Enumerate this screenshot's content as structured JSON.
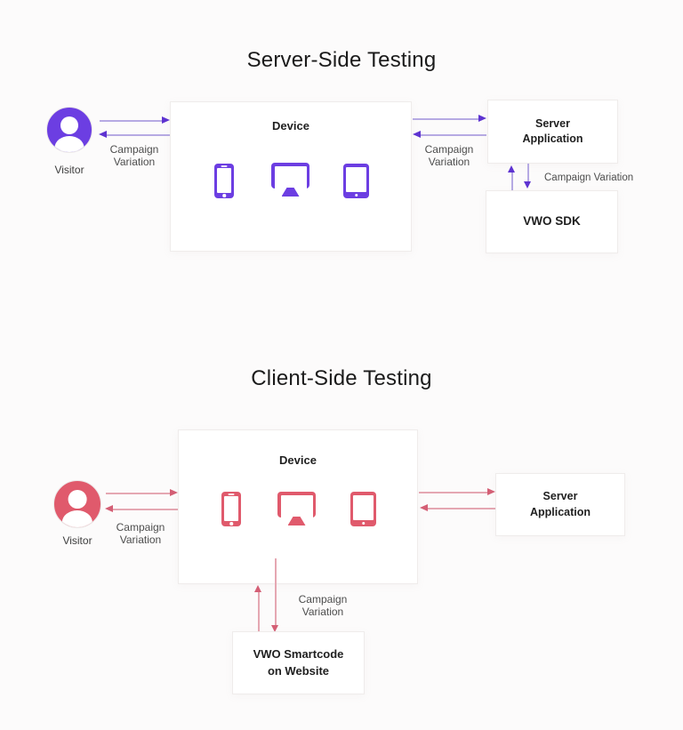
{
  "colors": {
    "background": "#fcfbfb",
    "purple": "#6c3ee2",
    "purple-line": "#b6aae3",
    "purple-head": "#5e33d1",
    "pink": "#e05a6c",
    "pink-line": "#e5a7b2",
    "pink-head": "#d45f75",
    "box-border": "#efeceb",
    "title-color": "#1b1b1b",
    "label-color": "#4d4d4d",
    "box-text": "#1f1f1f"
  },
  "server_side": {
    "title": "Server-Side Testing",
    "visitor_label": "Visitor",
    "device_label": "Device",
    "campaign_variation_stacked": "Campaign\nVariation",
    "campaign_variation_inline": "Campaign Variation",
    "server_application_label": "Server\nApplication",
    "vwo_sdk_label": "VWO SDK"
  },
  "client_side": {
    "title": "Client-Side Testing",
    "visitor_label": "Visitor",
    "device_label": "Device",
    "campaign_variation_stacked": "Campaign\nVariation",
    "server_application_label": "Server\nApplication",
    "vwo_smartcode_label": "VWO Smartcode\non Website"
  }
}
